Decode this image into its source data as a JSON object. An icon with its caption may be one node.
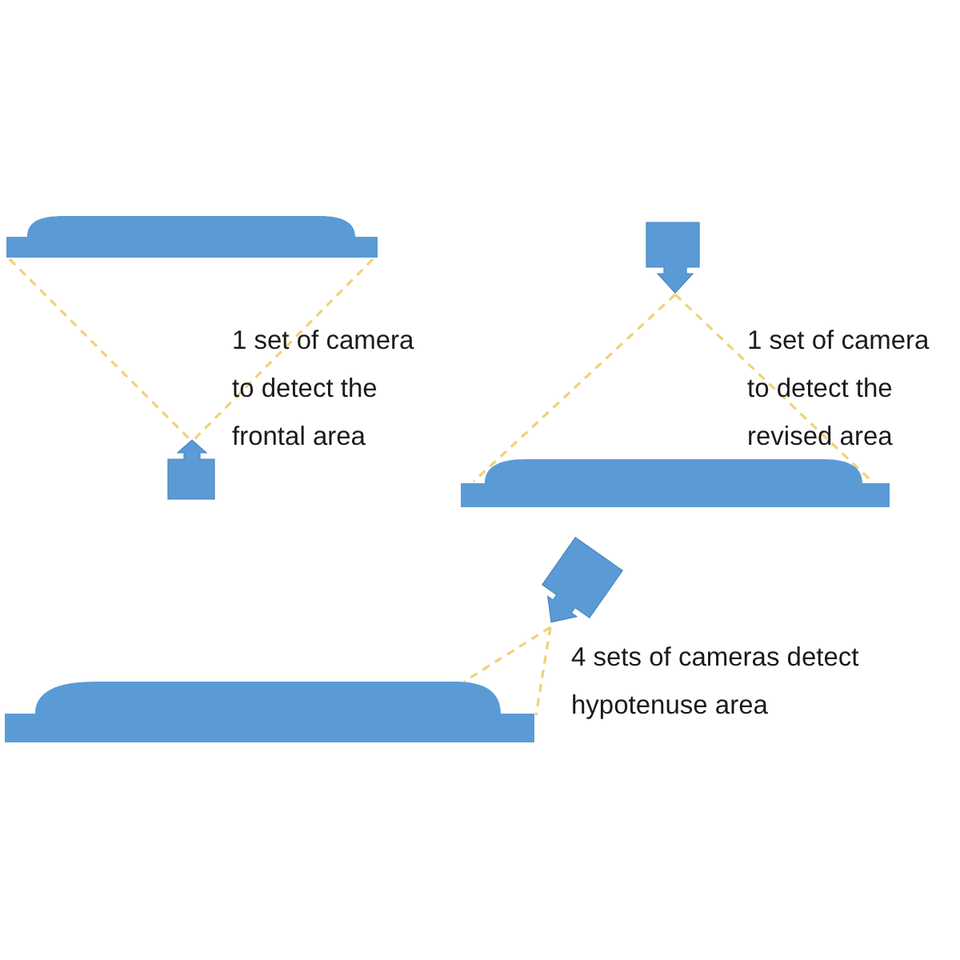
{
  "diagram": {
    "labels": [
      "1 set of camera to detect the frontal area",
      "1 set of camera to detect the revised area",
      "4 sets of cameras detect hypotenuse area"
    ]
  }
}
